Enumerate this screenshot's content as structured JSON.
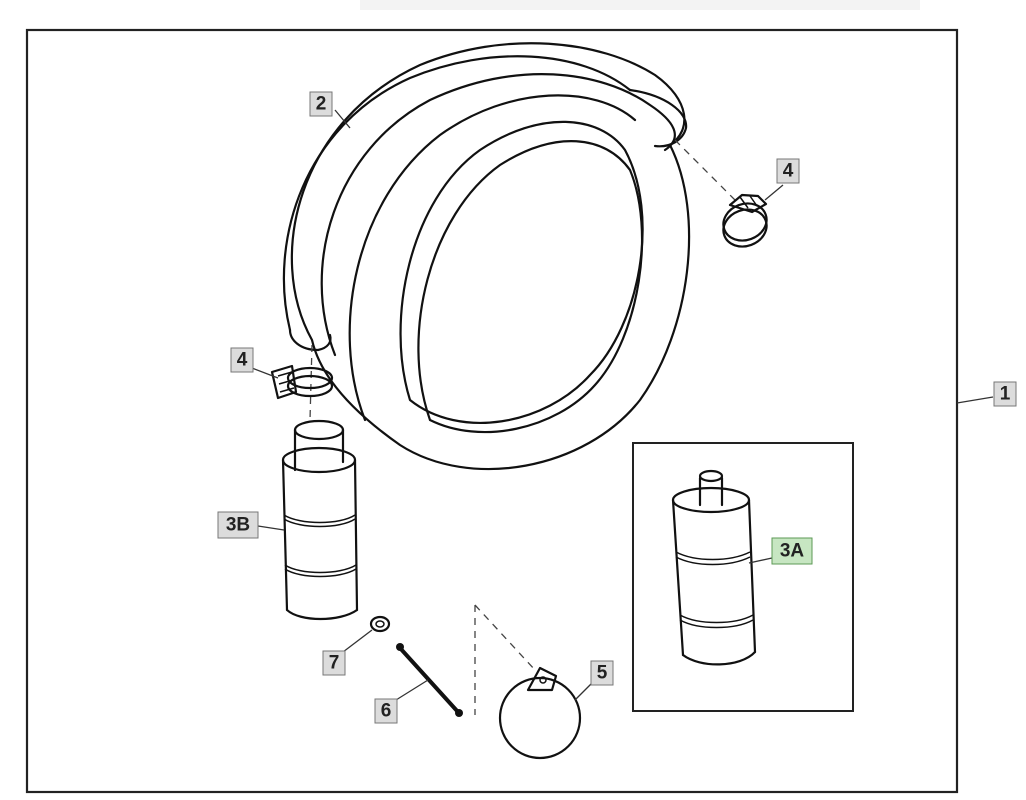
{
  "callouts": {
    "c1": "1",
    "c2": "2",
    "c3a": "3A",
    "c3b": "3B",
    "c4_top": "4",
    "c4_left": "4",
    "c5": "5",
    "c6": "6",
    "c7": "7"
  },
  "colors": {
    "callout_fill": "#dcdcdc",
    "callout_highlight_fill": "#c7e6c2",
    "line": "#111111"
  }
}
